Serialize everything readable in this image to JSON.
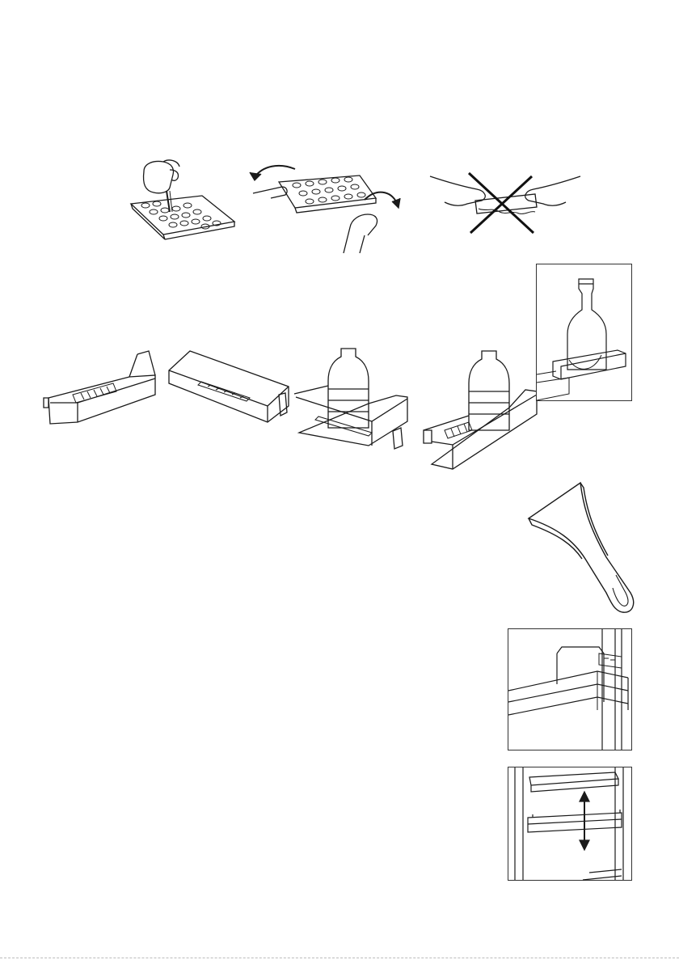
{
  "page": {
    "background": "#ffffff",
    "ink": "#1a1a1a",
    "cross_color": "#111111"
  },
  "figures": {
    "ice_tray_fill": {
      "icon": "ice-tray-fill-illustration"
    },
    "ice_tray_twist": {
      "icon": "ice-tray-twist-illustration"
    },
    "ice_tray_wrong": {
      "icon": "ice-tray-wrong-method-illustration",
      "crossed_out": true
    },
    "door_shelves": [
      {
        "icon": "door-shelf-with-divider-illustration"
      },
      {
        "icon": "door-shelf-divider-flat-illustration"
      },
      {
        "icon": "door-shelf-bottle-illustration"
      },
      {
        "icon": "door-shelf-bottle-side-illustration"
      }
    ],
    "bottle_holder_photo": {
      "icon": "bottle-holder-photo"
    },
    "ice_scraper": {
      "icon": "ice-scraper-illustration"
    },
    "shelf_remove_photo": {
      "icon": "door-shelf-remove-photo"
    },
    "shelf_adjust_photo": {
      "icon": "door-shelf-height-adjust-photo"
    }
  }
}
